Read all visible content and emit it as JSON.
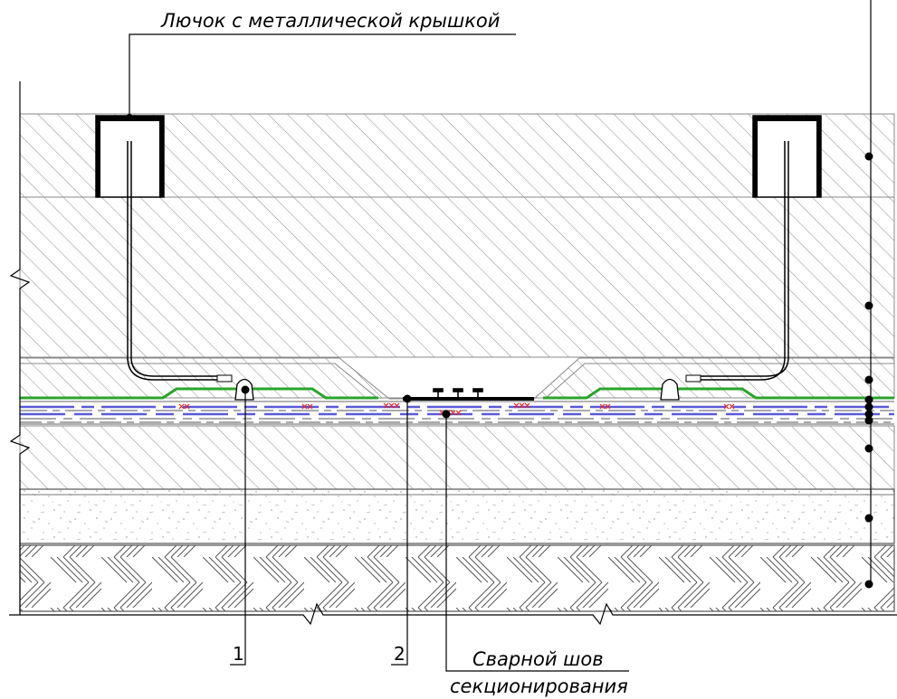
{
  "labels": {
    "hatch_label": "Лючок с металлической крышкой",
    "callout_1": "1",
    "callout_2": "2",
    "weld_line1": "Сварной шов",
    "weld_line2": "секционирования"
  },
  "colors": {
    "line": "#000000",
    "hatch": "#8a8a8a",
    "green_layer": "#2aa52a",
    "blue_layer": "#5a5ad8",
    "weld_marks": "#e02020",
    "dots": "#9a9a9a"
  }
}
